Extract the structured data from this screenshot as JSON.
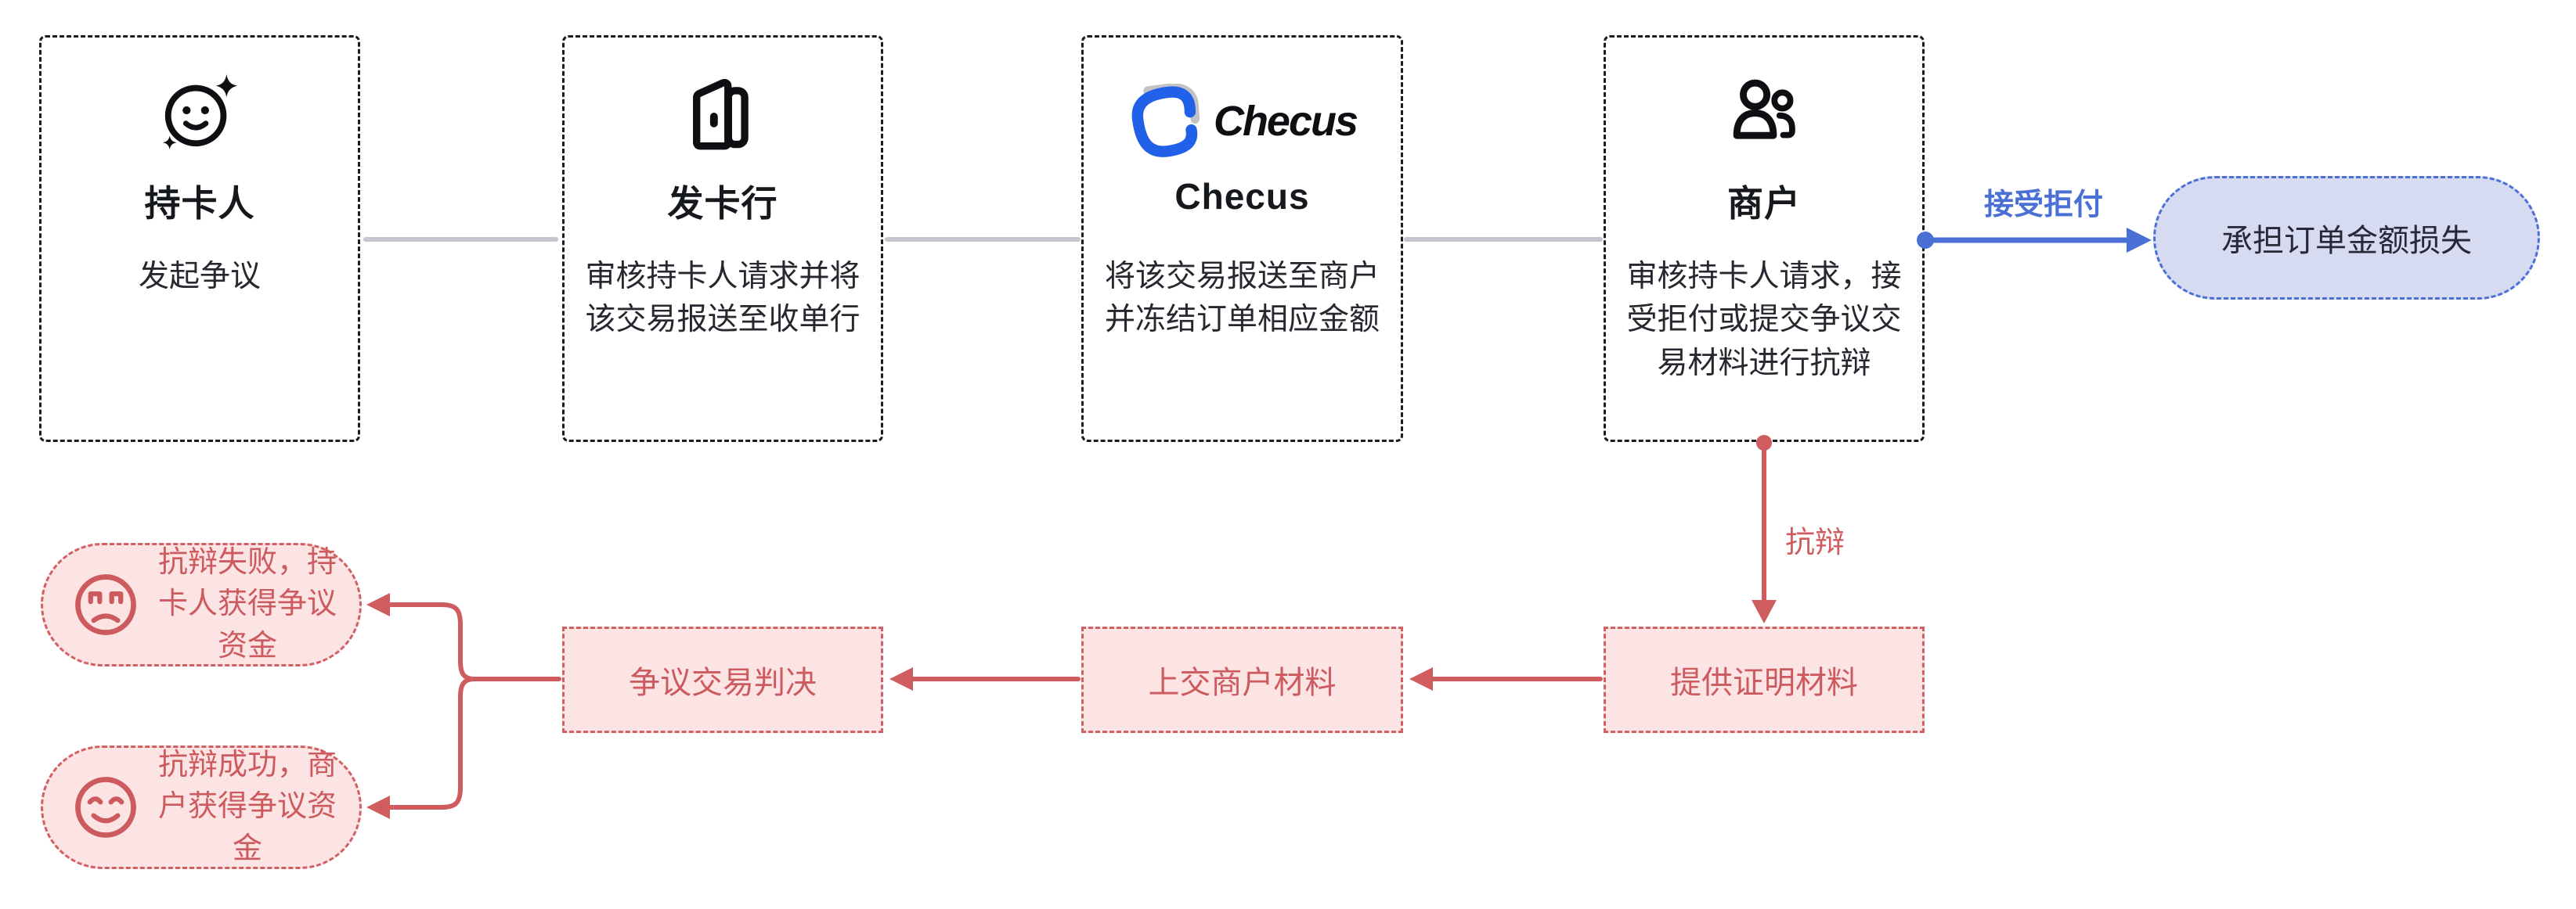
{
  "palette": {
    "red": "#CF5C5F",
    "red_fill": "#FCE4E4",
    "blue": "#4A70D6",
    "blue_fill": "#D6DBF2",
    "logo_blue": "#2160E8",
    "gray_line": "#C3C6CC",
    "ink": "#15181D",
    "body_text": "#25282E"
  },
  "flow": {
    "nodes": [
      {
        "icon": "smiley-sparkles-icon",
        "title": "持卡人",
        "desc": "发起争议"
      },
      {
        "icon": "bank-door-icon",
        "title": "发卡行",
        "desc": "审核持卡人请求并将该交易报送至收单行"
      },
      {
        "icon": "checus-logo",
        "logo_text": "Checus",
        "title": "Checus",
        "desc": "将该交易报送至商户并冻结订单相应金额"
      },
      {
        "icon": "users-icon",
        "title": "商户",
        "desc": "审核持卡人请求，接受拒付或提交争议交易材料进行抗辩"
      }
    ]
  },
  "accept_path": {
    "edge_label": "接受拒付",
    "outcome": "承担订单金额损失"
  },
  "defense_path": {
    "edge_label": "抗辩",
    "steps": [
      "提供证明材料",
      "上交商户材料",
      "争议交易判决"
    ],
    "outcomes": [
      {
        "icon": "sad-face-icon",
        "text": "抗辩失败，持卡人获得争议资金"
      },
      {
        "icon": "happy-face-icon",
        "text": "抗辩成功，商户获得争议资金"
      }
    ]
  }
}
